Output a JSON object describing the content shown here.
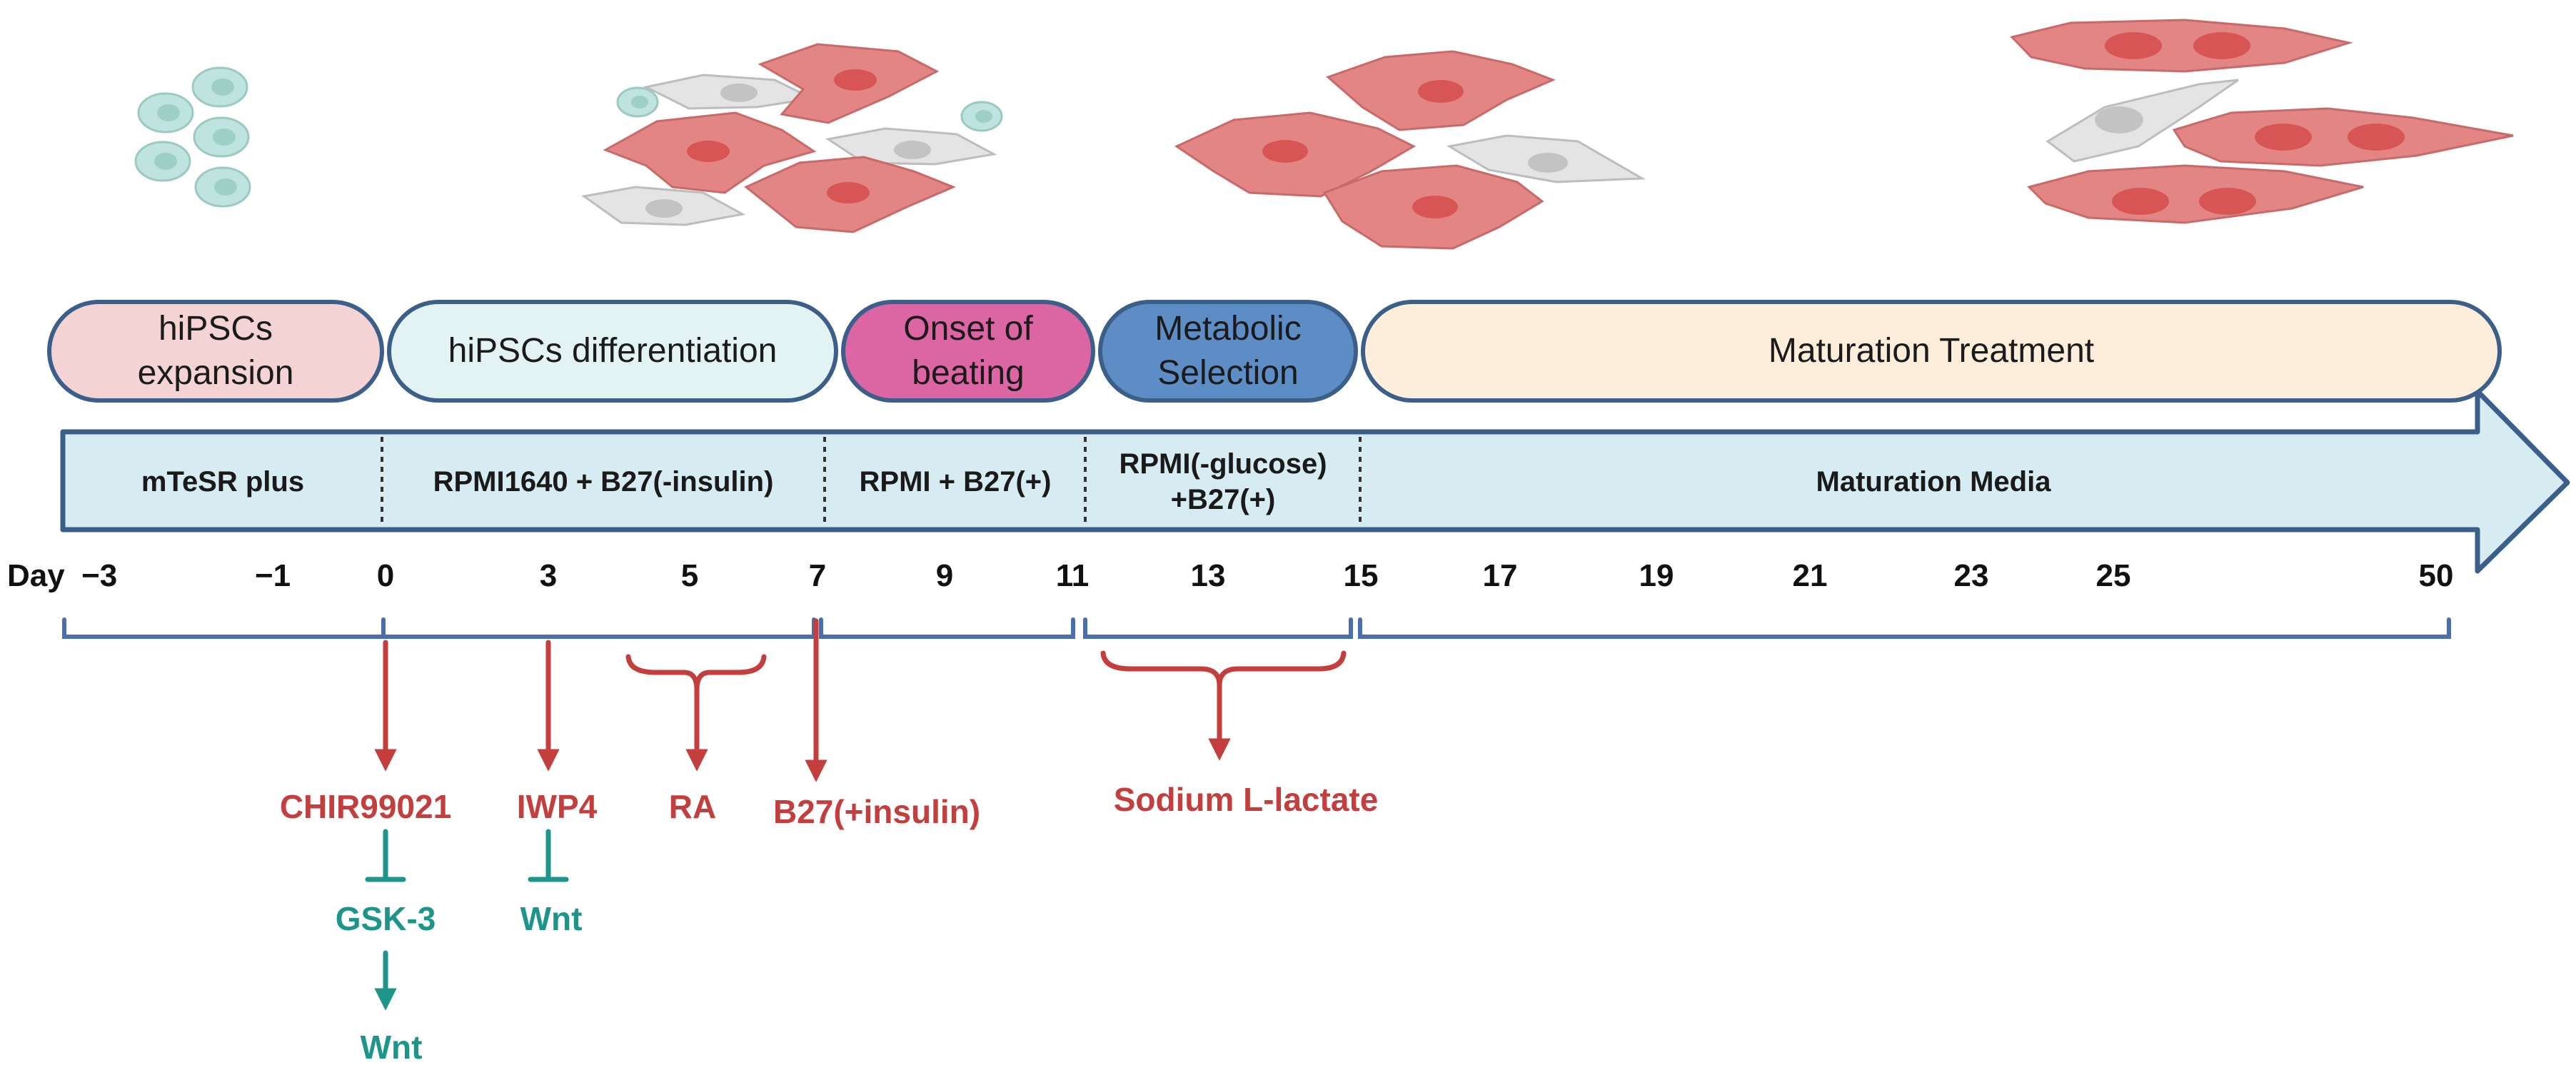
{
  "stages": [
    {
      "id": "expansion",
      "lines": [
        "hiPSCs",
        "expansion"
      ],
      "fill": "#f3d3d3"
    },
    {
      "id": "differentiation",
      "lines": [
        "hiPSCs differentiation"
      ],
      "fill": "#e3f2f2"
    },
    {
      "id": "beating",
      "lines": [
        "Onset of",
        "beating"
      ],
      "fill": "#dc66a3"
    },
    {
      "id": "selection",
      "lines": [
        "Metabolic",
        "Selection"
      ],
      "fill": "#5e8dc6"
    },
    {
      "id": "maturation",
      "lines": [
        "Maturation Treatment"
      ],
      "fill": "#fdeedc"
    }
  ],
  "media": [
    {
      "id": "mtesr",
      "lines": [
        "mTeSR plus"
      ]
    },
    {
      "id": "rpmi1640",
      "lines": [
        "RPMI1640 + B27(-insulin)"
      ]
    },
    {
      "id": "rpmi-b27",
      "lines": [
        "RPMI + B27(+)"
      ]
    },
    {
      "id": "rpmi-glucose",
      "lines": [
        "RPMI(-glucose)",
        "+B27(+)"
      ]
    },
    {
      "id": "maturation-media",
      "lines": [
        "Maturation Media"
      ]
    }
  ],
  "days": {
    "prefix": "Day",
    "labels": [
      "−3",
      "−1",
      "0",
      "3",
      "5",
      "7",
      "9",
      "11",
      "13",
      "15",
      "17",
      "19",
      "21",
      "23",
      "25",
      "50"
    ]
  },
  "reagents": {
    "chir": "CHIR99021",
    "gsk": "GSK-3",
    "wnt_from_gsk": "Wnt",
    "iwp4": "IWP4",
    "wnt_from_iwp4": "Wnt",
    "ra": "RA",
    "b27_insulin": "B27(+insulin)",
    "lactate": "Sodium L-lactate"
  },
  "colors": {
    "stage_border": "#3c5f8a",
    "arrow_fill": "#d6ecf2",
    "bracket": "#4a6fb0",
    "activator": "#c43e3e",
    "inhibitor": "#1d958a",
    "cardiomyocyte": "#e48585",
    "fibroblast": "#e4e4e4",
    "stem_cell": "#bfe3de"
  }
}
